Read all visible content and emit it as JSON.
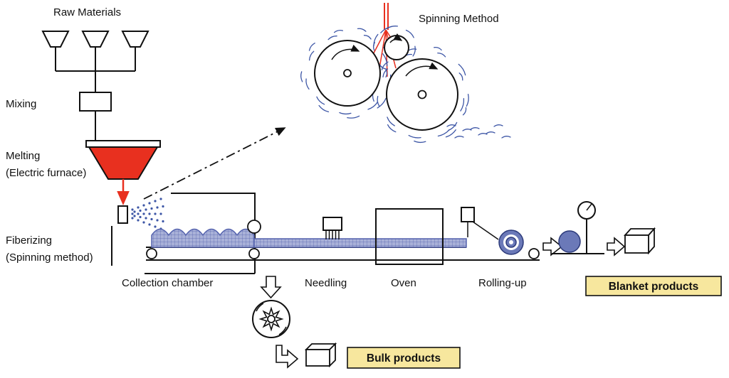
{
  "labels": {
    "raw_materials": "Raw Materials",
    "mixing": "Mixing",
    "melting_line1": "Melting",
    "melting_line2": "(Electric furnace)",
    "fiberizing_line1": "Fiberizing",
    "fiberizing_line2": "(Spinning method)",
    "spinning_method": "Spinning Method",
    "collection_chamber": "Collection chamber",
    "needling": "Needling",
    "oven": "Oven",
    "rolling_up": "Rolling-up",
    "blanket_products": "Blanket products",
    "bulk_products": "Bulk products"
  },
  "colors": {
    "furnace_red": "#e8301f",
    "spray_blue": "#3d56a6",
    "fiber_blue": "#3d56a6",
    "mat_base": "#a9b1d8",
    "mat_grid": "#5563ae",
    "roll_blue": "#6b79b8",
    "roll_blue_dark": "#2c3a7a",
    "highlight_yellow": "#f7e79e",
    "ink": "#111111"
  }
}
